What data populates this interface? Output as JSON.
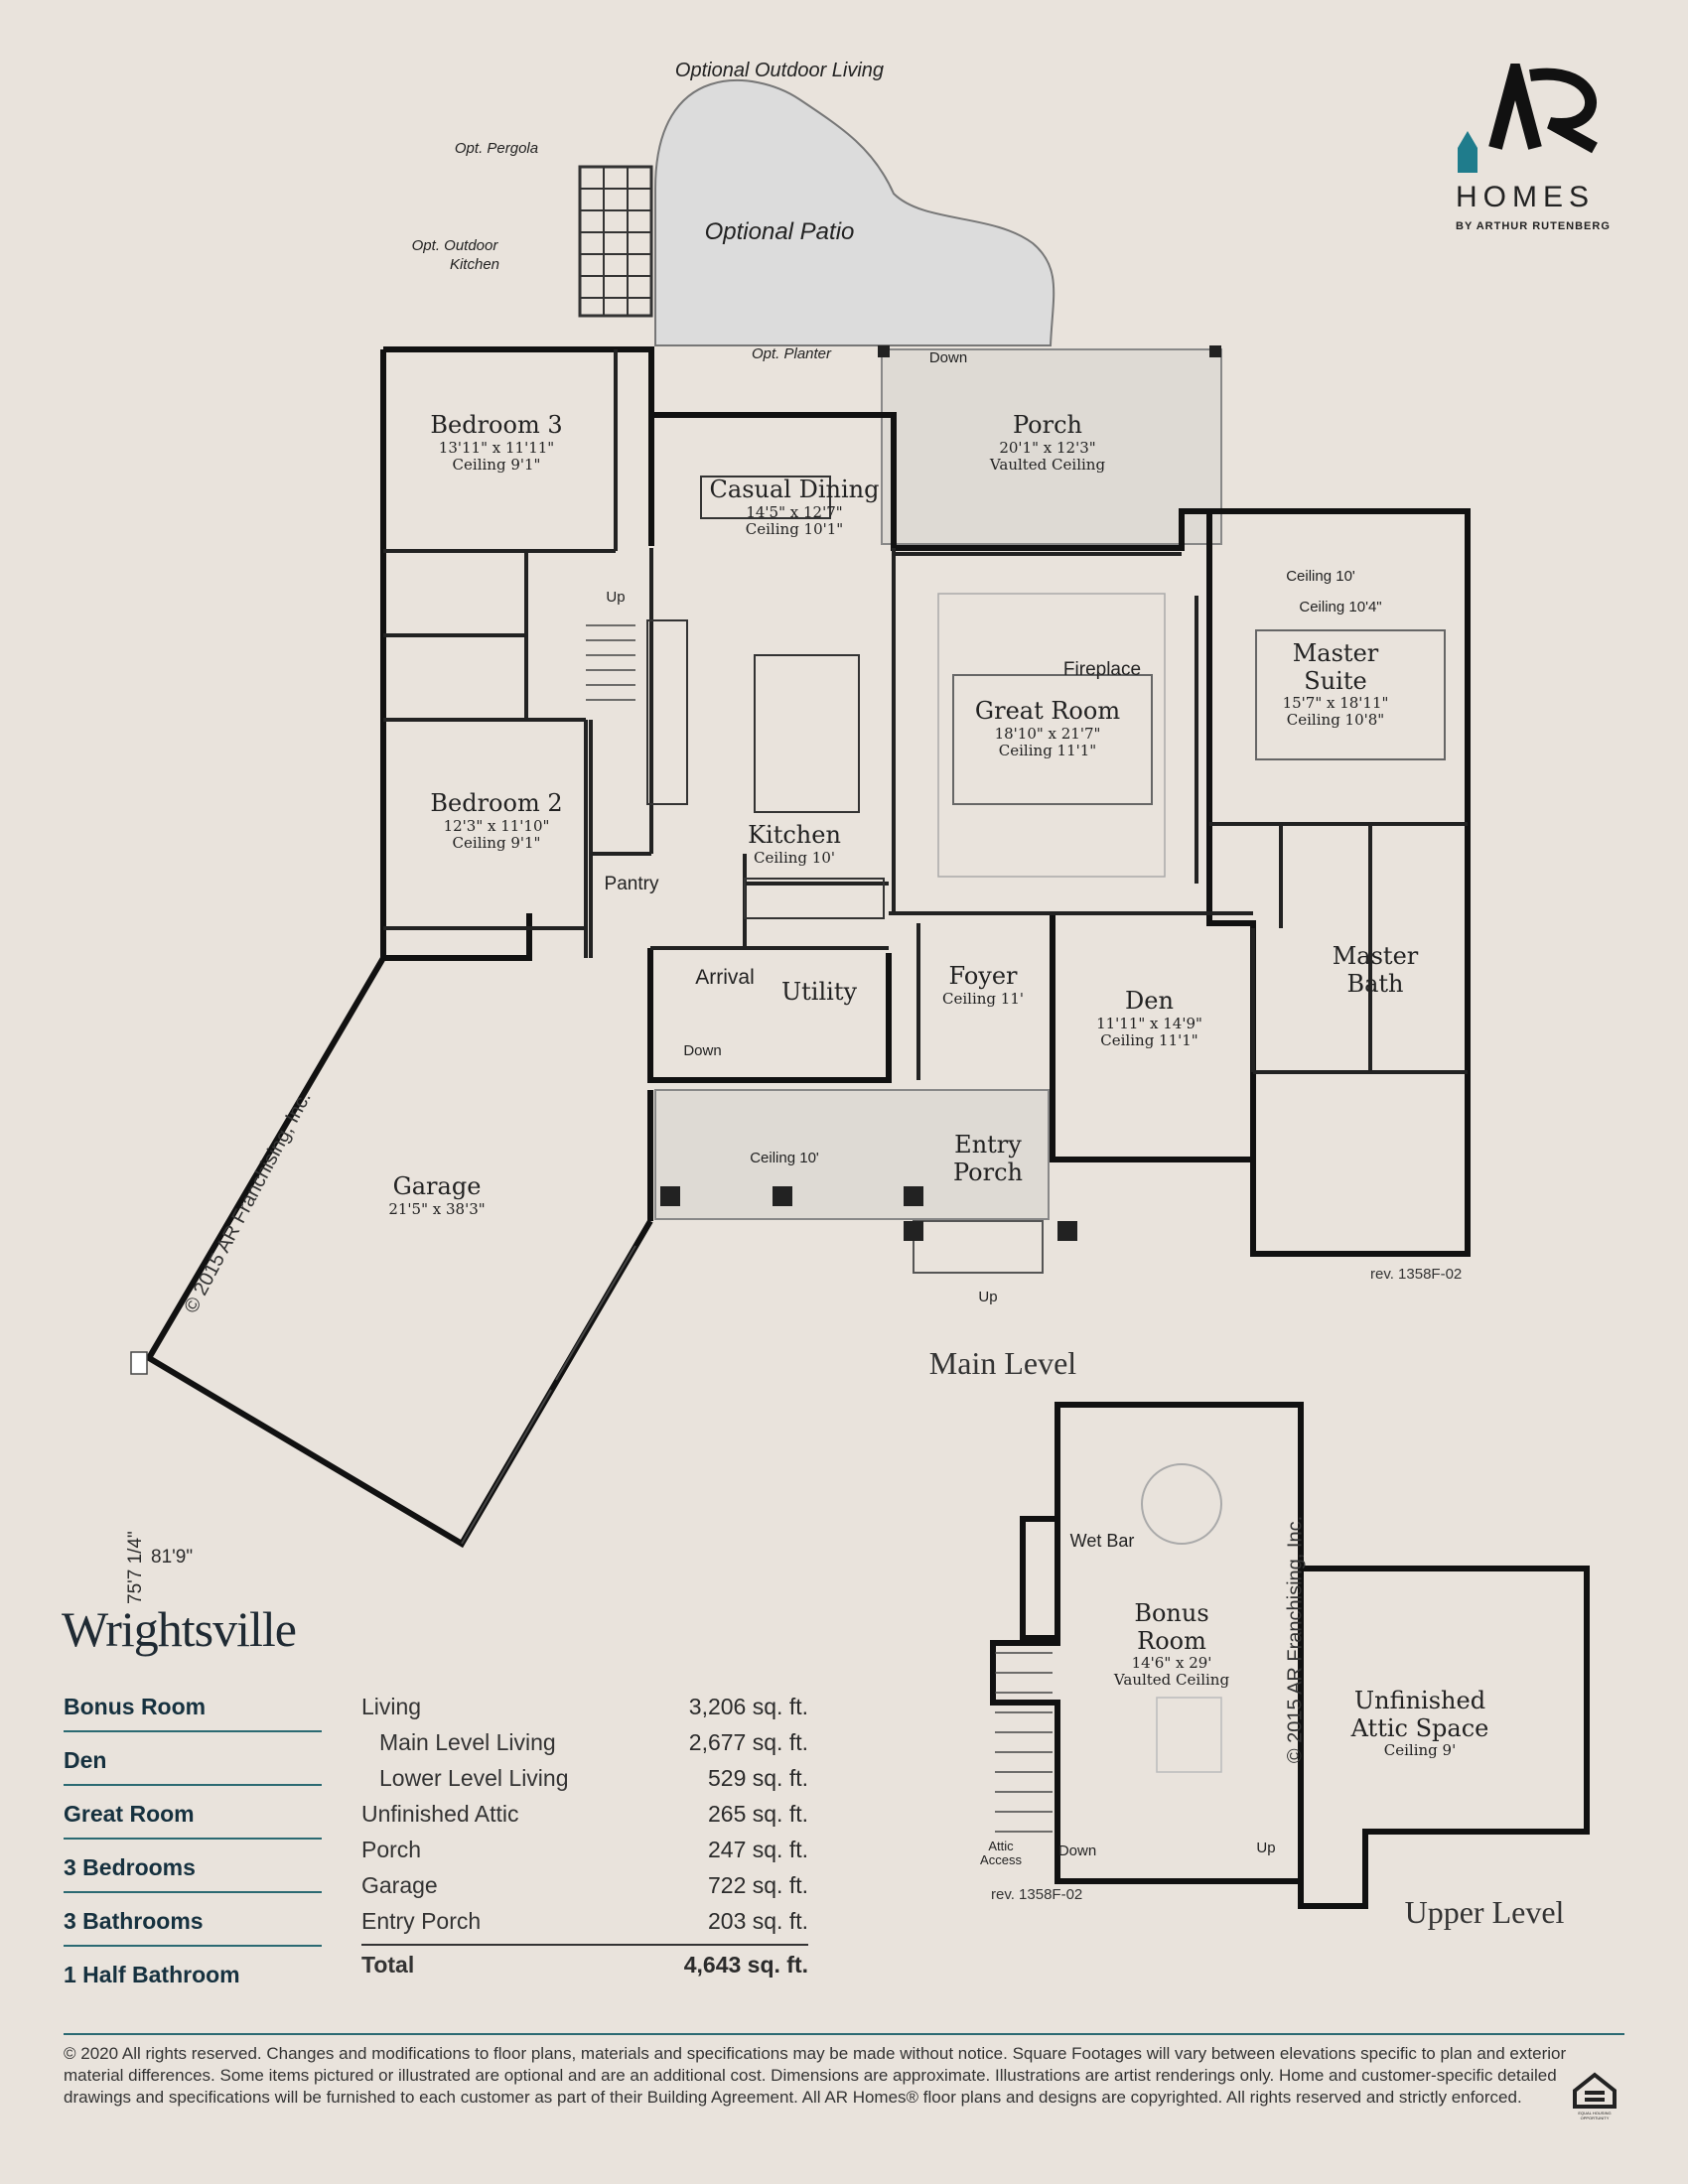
{
  "brand": {
    "logo_mark": "AR",
    "logo_word": "HOMES",
    "logo_byline": "BY ARTHUR RUTENBERG",
    "accent_color": "#1f7c8c"
  },
  "plan": {
    "name": "Wrightsville",
    "main_level_title": "Main Level",
    "upper_level_title": "Upper Level",
    "revision_main": "rev. 1358F-02",
    "revision_upper": "rev. 1358F-02",
    "copyright_mark": "© 2015 AR Franchising, Inc.",
    "dim_depth": "75'7 1/4\"",
    "dim_width": "81'9\""
  },
  "notes": {
    "optional_outdoor_living": "Optional Outdoor Living",
    "opt_pergola": "Opt. Pergola",
    "opt_outdoor_kitchen_1": "Opt. Outdoor",
    "opt_outdoor_kitchen_2": "Kitchen",
    "optional_patio": "Optional Patio",
    "opt_planter": "Opt. Planter",
    "down_porch": "Down",
    "up_stairs": "Up",
    "fireplace": "Fireplace",
    "pantry": "Pantry",
    "arrival": "Arrival",
    "down_arrival": "Down",
    "up_entry": "Up",
    "wet_bar": "Wet Bar",
    "attic_access_1": "Attic",
    "attic_access_2": "Access",
    "down_upper": "Down",
    "up_upper": "Up"
  },
  "rooms": {
    "bedroom3": {
      "name": "Bedroom 3",
      "dims": "13'11\" x 11'11\"",
      "ceiling": "Ceiling 9'1\""
    },
    "casual_dining": {
      "name": "Casual Dining",
      "dims": "14'5\" x 12'7\"",
      "ceiling": "Ceiling 10'1\""
    },
    "porch": {
      "name": "Porch",
      "dims": "20'1\" x 12'3\"",
      "ceiling": "Vaulted Ceiling"
    },
    "master_suite": {
      "name1": "Master",
      "name2": "Suite",
      "dims": "15'7\" x 18'11\"",
      "ceiling": "Ceiling 10'8\"",
      "ceiling_a": "Ceiling 10'",
      "ceiling_b": "Ceiling 10'4\""
    },
    "great_room": {
      "name": "Great Room",
      "dims": "18'10\" x 21'7\"",
      "ceiling": "Ceiling 11'1\""
    },
    "bedroom2": {
      "name": "Bedroom 2",
      "dims": "12'3\" x 11'10\"",
      "ceiling": "Ceiling 9'1\""
    },
    "kitchen": {
      "name": "Kitchen",
      "ceiling": "Ceiling 10'"
    },
    "utility": {
      "name": "Utility"
    },
    "foyer": {
      "name": "Foyer",
      "ceiling": "Ceiling 11'"
    },
    "den": {
      "name": "Den",
      "dims": "11'11\" x 14'9\"",
      "ceiling": "Ceiling 11'1\""
    },
    "master_bath": {
      "name1": "Master",
      "name2": "Bath"
    },
    "garage": {
      "name": "Garage",
      "dims": "21'5\" x 38'3\""
    },
    "entry_porch": {
      "name1": "Entry",
      "name2": "Porch",
      "ceiling": "Ceiling 10'"
    },
    "bonus_room": {
      "name1": "Bonus",
      "name2": "Room",
      "dims": "14'6\" x 29'",
      "ceiling": "Vaulted Ceiling"
    },
    "attic": {
      "name1": "Unfinished",
      "name2": "Attic Space",
      "ceiling": "Ceiling 9'"
    }
  },
  "features": [
    "Bonus Room",
    "Den",
    "Great Room",
    "3 Bedrooms",
    "3 Bathrooms",
    "1 Half Bathroom"
  ],
  "square_footage": [
    {
      "name": "Living",
      "value": "3,206 sq. ft."
    },
    {
      "name": "Main Level Living",
      "value": "2,677 sq. ft."
    },
    {
      "name": "Lower Level Living",
      "value": "529 sq. ft."
    },
    {
      "name": "Unfinished Attic",
      "value": "265 sq. ft."
    },
    {
      "name": "Porch",
      "value": "247 sq. ft."
    },
    {
      "name": "Garage",
      "value": "722 sq. ft."
    },
    {
      "name": "Entry Porch",
      "value": "203 sq. ft."
    },
    {
      "name": "Total",
      "value": "4,643 sq. ft."
    }
  ],
  "footer": {
    "disclaimer": "© 2020 All rights reserved. Changes and modifications to floor plans, materials and specifications may be made without notice. Square Footages will vary between elevations specific to plan and exterior material differences. Some items pictured or illustrated are optional and are an additional cost. Dimensions are approximate. Illustrations are artist renderings only. Home and customer-specific detailed drawings and specifications will be furnished to each customer as part of their Building Agreement. All AR Homes® floor plans and designs are copyrighted. All rights reserved and strictly enforced.",
    "eho_label": "EQUAL HOUSING OPPORTUNITY"
  }
}
